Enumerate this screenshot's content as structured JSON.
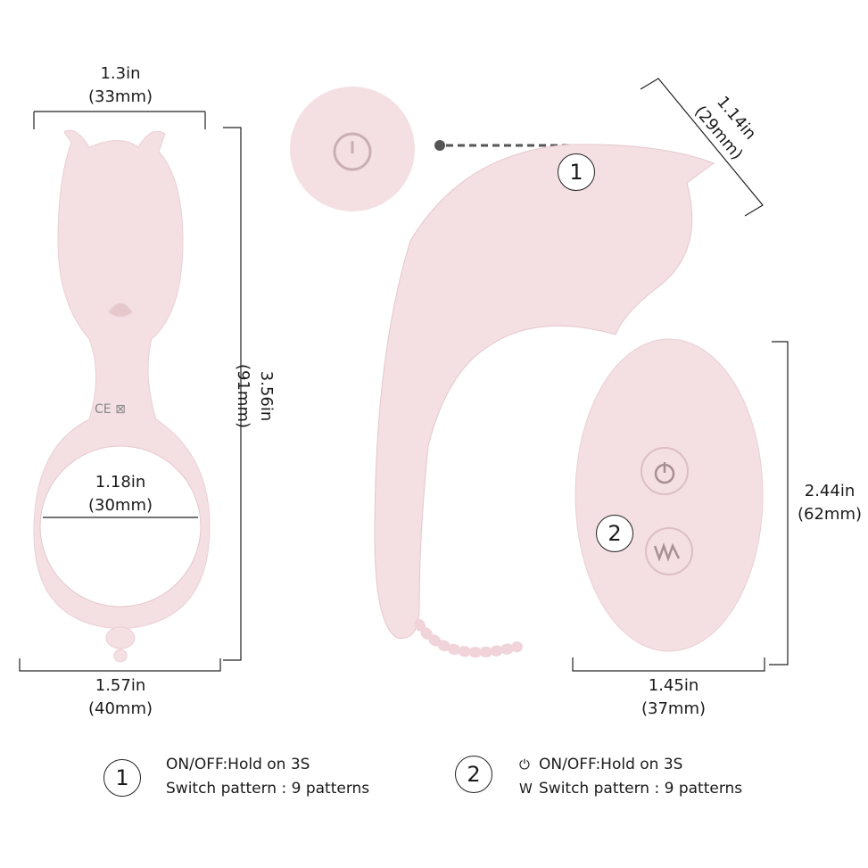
{
  "colors": {
    "product": "#f4dfe2",
    "shade": "#e6c7cc",
    "line": "#222222"
  },
  "left_device": {
    "top_width": {
      "in": "1.3in",
      "mm": "(33mm)"
    },
    "height": {
      "in": "3.56in",
      "mm": "(91mm)"
    },
    "ring_inner": {
      "in": "1.18in",
      "mm": "(30mm)"
    },
    "bottom_width": {
      "in": "1.57in",
      "mm": "(40mm)"
    },
    "marks": "CE"
  },
  "right_device": {
    "depth": {
      "in": "1.14in",
      "mm": "(29mm)"
    },
    "callout": "1"
  },
  "remote": {
    "height": {
      "in": "2.44in",
      "mm": "(62mm)"
    },
    "width": {
      "in": "1.45in",
      "mm": "(37mm)"
    },
    "callout": "2",
    "buttons": [
      "power-icon",
      "wave-icon"
    ]
  },
  "legend": [
    {
      "num": "1",
      "line1": "ON/OFF:Hold on 3S",
      "line2": "Switch pattern : 9 patterns"
    },
    {
      "num": "2",
      "icon1": "⏻",
      "line1": "ON/OFF:Hold on 3S",
      "icon2": "W",
      "line2": "Switch pattern : 9 patterns"
    }
  ]
}
